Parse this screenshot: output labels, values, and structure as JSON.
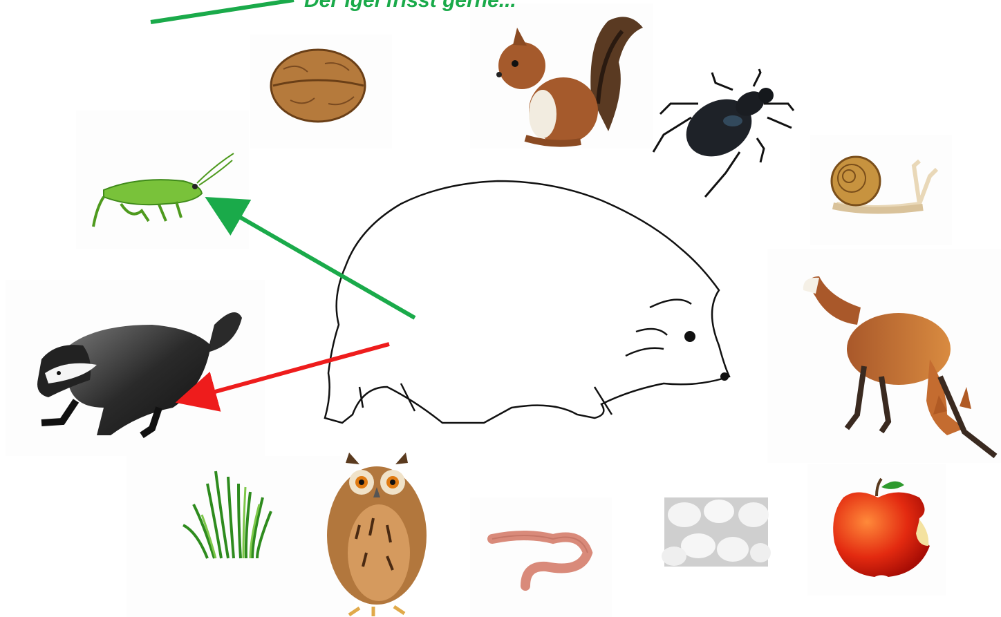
{
  "diagram": {
    "legend_text": "Der Igel frisst gerne...",
    "colors": {
      "eats_arrow": "#1aaa4a",
      "enemy_arrow": "#ee1c1c"
    },
    "center_animal": "hedgehog",
    "items": [
      {
        "name": "walnut",
        "relation": "food"
      },
      {
        "name": "squirrel",
        "relation": "neutral"
      },
      {
        "name": "beetle",
        "relation": "food"
      },
      {
        "name": "snail",
        "relation": "food"
      },
      {
        "name": "grasshopper",
        "relation": "food"
      },
      {
        "name": "fox",
        "relation": "enemy"
      },
      {
        "name": "badger",
        "relation": "enemy"
      },
      {
        "name": "grass",
        "relation": "none"
      },
      {
        "name": "owl",
        "relation": "enemy"
      },
      {
        "name": "earthworm",
        "relation": "food"
      },
      {
        "name": "eggs",
        "relation": "food"
      },
      {
        "name": "apple",
        "relation": "food"
      }
    ],
    "arrows": [
      {
        "from": "hedgehog",
        "to": "grasshopper",
        "kind": "eats"
      },
      {
        "from": "hedgehog",
        "to": "badger",
        "kind": "enemy"
      }
    ]
  }
}
